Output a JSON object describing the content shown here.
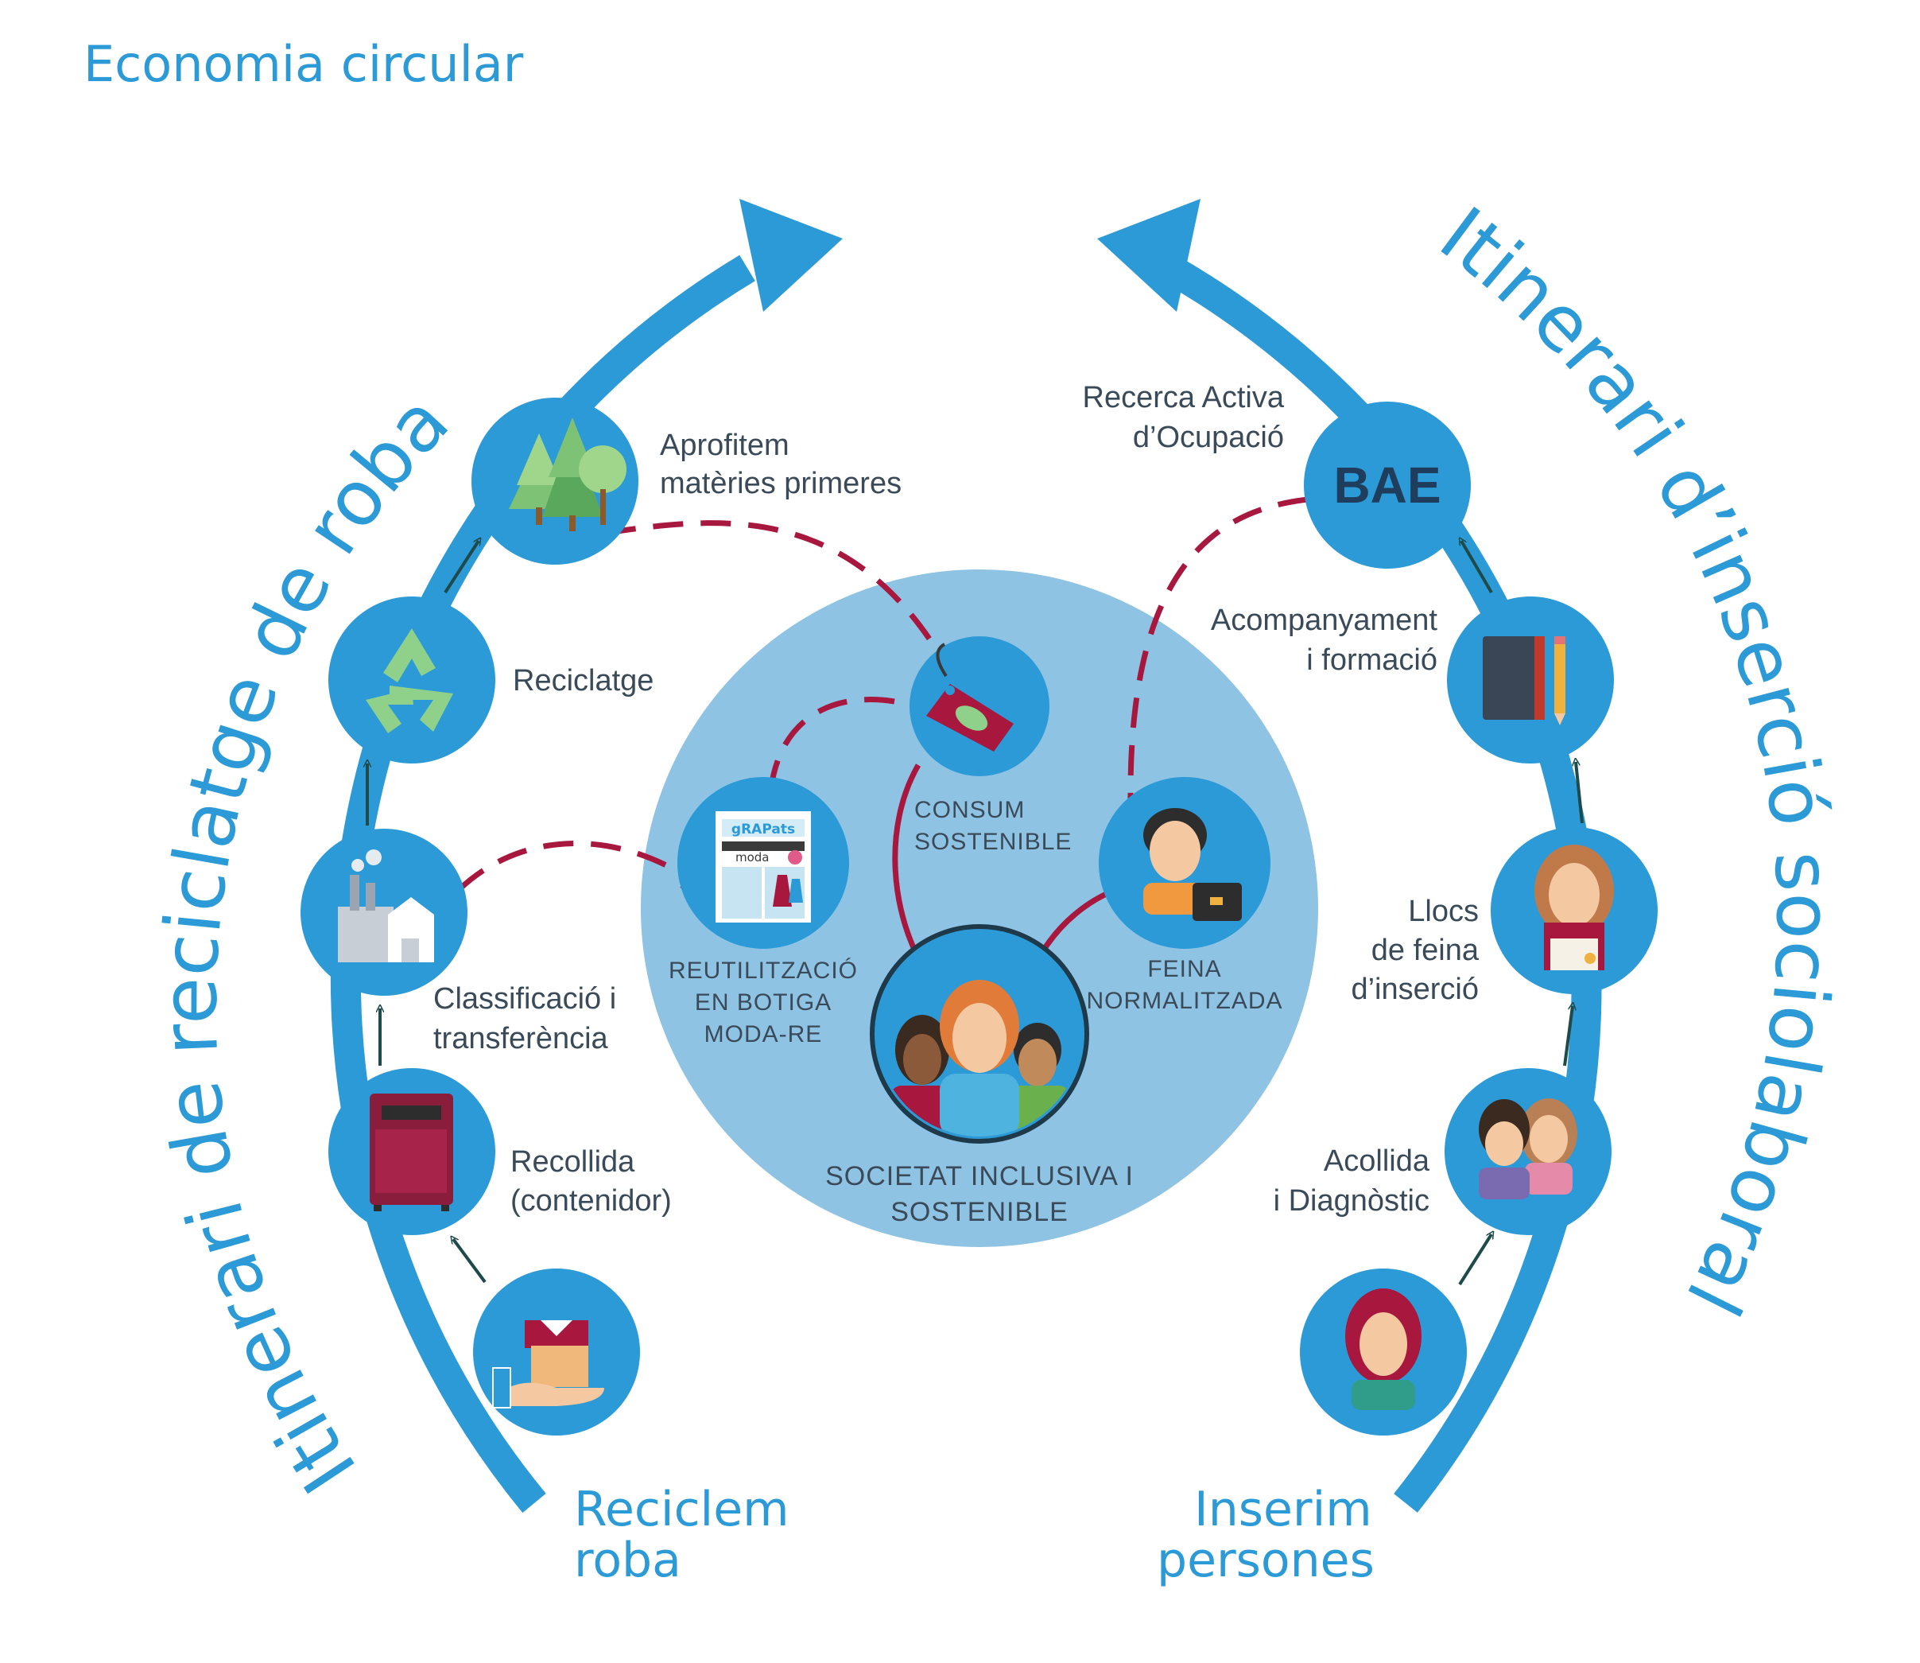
{
  "title": "Economia circular",
  "arcs": {
    "left_label": "Itinerari de reciclatge de roba",
    "right_label": "Itinerari d’inserció sociolaboral"
  },
  "bottom": {
    "left_line1": "Reciclem",
    "left_line2": "roba",
    "right_line1": "Inserim",
    "right_line2": "persones"
  },
  "left_steps": {
    "aprofitem_1": "Aprofitem",
    "aprofitem_2": "matèries primeres",
    "reciclatge": "Reciclatge",
    "classificacio_1": "Classificació i",
    "classificacio_2": "transferència",
    "recollida_1": "Recollida",
    "recollida_2": "(contenidor)"
  },
  "right_steps": {
    "recerca_1": "Recerca Activa",
    "recerca_2": "d’Ocupació",
    "bae": "BAE",
    "acompanyament_1": "Acompanyament",
    "acompanyament_2": "i formació",
    "llocs_1": "Llocs",
    "llocs_2": "de feina",
    "llocs_3": "d’inserció",
    "acollida_1": "Acollida",
    "acollida_2": "i Diagnòstic"
  },
  "center": {
    "consum_1": "CONSUM",
    "consum_2": "SOSTENIBLE",
    "reutilitzacio_1": "REUTILITZACIÓ",
    "reutilitzacio_2": "EN BOTIGA",
    "reutilitzacio_3": "MODA-RE",
    "feina_1": "FEINA",
    "feina_2": "NORMALITZADA",
    "societat_1": "SOCIETAT INCLUSIVA I",
    "societat_2": "SOSTENIBLE",
    "shop_sign": "gRAPats",
    "shop_brand": "moda"
  },
  "colors": {
    "primary_blue": "#2b9ad6",
    "center_light_blue": "#8ec3e4",
    "dashed_red": "#a8173e",
    "text_dark": "#3a4a58",
    "arrow_dark": "#1e4a4a"
  }
}
